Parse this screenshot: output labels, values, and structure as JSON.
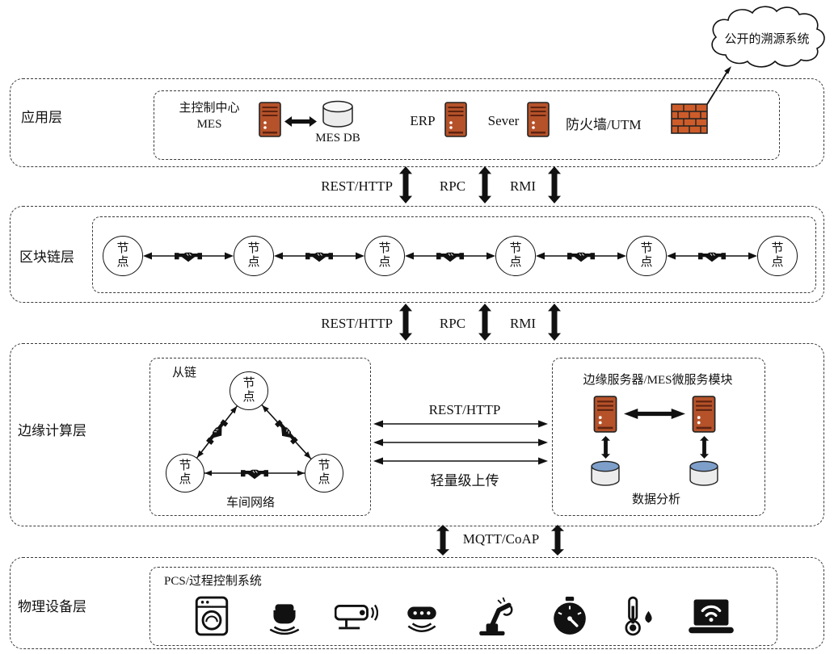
{
  "colors": {
    "server_orange": "#b5522a",
    "firewall_orange": "#cd5c2a",
    "db_blue": "#7d9fca",
    "db_gray": "#f7f7f7",
    "ink": "#111111"
  },
  "cloud": {
    "label": "公开的溯源系统"
  },
  "app_layer": {
    "label": "应用层",
    "mes_line1": "主控制中心",
    "mes_line2": "MES",
    "mes_db": "MES DB",
    "erp": "ERP",
    "server": "Sever",
    "firewall": "防火墙/UTM"
  },
  "link_top": {
    "rest": "REST/HTTP",
    "rpc": "RPC",
    "rmi": "RMI"
  },
  "blockchain_layer": {
    "label": "区块链层",
    "node": "节点"
  },
  "link_mid": {
    "rest": "REST/HTTP",
    "rpc": "RPC",
    "rmi": "RMI"
  },
  "edge_layer": {
    "label": "边缘计算层",
    "slave_chain": "从链",
    "node": "节点",
    "workshop": "车间网络",
    "rest": "REST/HTTP",
    "upload": "轻量级上传",
    "server_title": "边缘服务器/MES微服务模块",
    "data_analysis": "数据分析"
  },
  "link_bottom": {
    "mqtt": "MQTT/CoAP"
  },
  "physical_layer": {
    "label": "物理设备层",
    "pcs": "PCS/过程控制系统",
    "device_icons": [
      "washing-machine-icon",
      "motion-sensor-icon",
      "cctv-camera-icon",
      "iot-beacon-icon",
      "robot-arm-icon",
      "gauge-icon",
      "thermometer-icon",
      "laptop-wifi-icon"
    ]
  }
}
